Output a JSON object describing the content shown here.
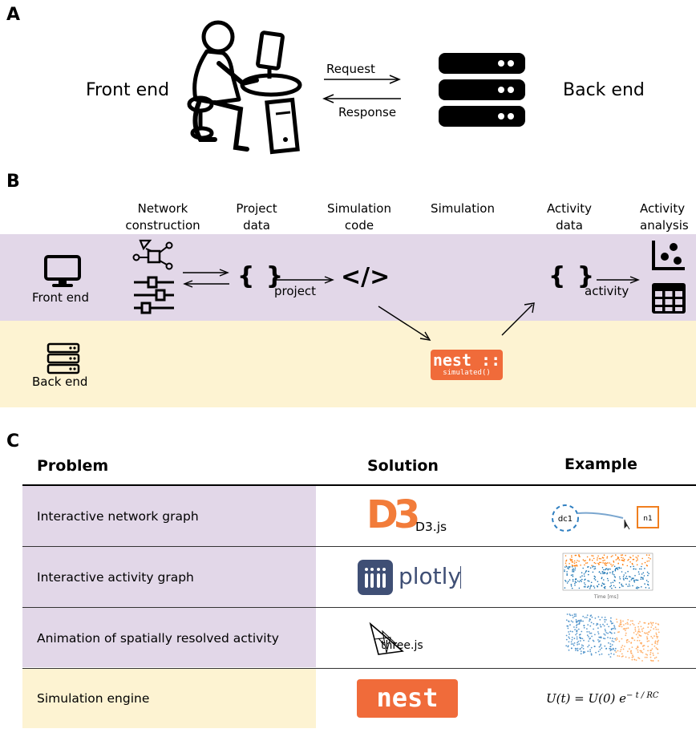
{
  "panel_a": {
    "label": "A",
    "front_end": "Front end",
    "back_end": "Back end",
    "request": "Request",
    "response": "Response"
  },
  "panel_b": {
    "label": "B",
    "headers": [
      {
        "line1": "Network",
        "line2": "construction"
      },
      {
        "line1": "Project",
        "line2": "data"
      },
      {
        "line1": "Simulation",
        "line2": "code"
      },
      {
        "line1": "Simulation",
        "line2": ""
      },
      {
        "line1": "Activity",
        "line2": "data"
      },
      {
        "line1": "Activity",
        "line2": "analysis"
      }
    ],
    "front_end": "Front end",
    "back_end": "Back end",
    "braces": "{ }",
    "project_sub": "project",
    "activity_sub": "activity",
    "code_symbol": "</>",
    "nest_text": "nest ::",
    "nest_sub": "simulated()"
  },
  "panel_c": {
    "label": "C",
    "headers": {
      "problem": "Problem",
      "solution": "Solution",
      "example": "Example"
    },
    "rows": [
      {
        "problem": "Interactive network graph",
        "solution": "D3.js",
        "example_node1": "dc1",
        "example_node2": "n1"
      },
      {
        "problem": "Interactive activity graph",
        "solution": "plotly",
        "example_xlabel": "Time [ms]"
      },
      {
        "problem": "Animation of spatially resolved activity",
        "solution": "three.js"
      },
      {
        "problem": "Simulation engine",
        "solution": "nest ::",
        "formula_lhs": "U(t) = U(0) e",
        "formula_exp": "− t / RC"
      }
    ],
    "d3_glyph": "D3",
    "colors": {
      "front": "#e2d7e8",
      "back": "#fdf3d2",
      "nest": "#f06b3a",
      "plotly_tile": "#3f4f75",
      "d3": "#f27c3a"
    }
  }
}
